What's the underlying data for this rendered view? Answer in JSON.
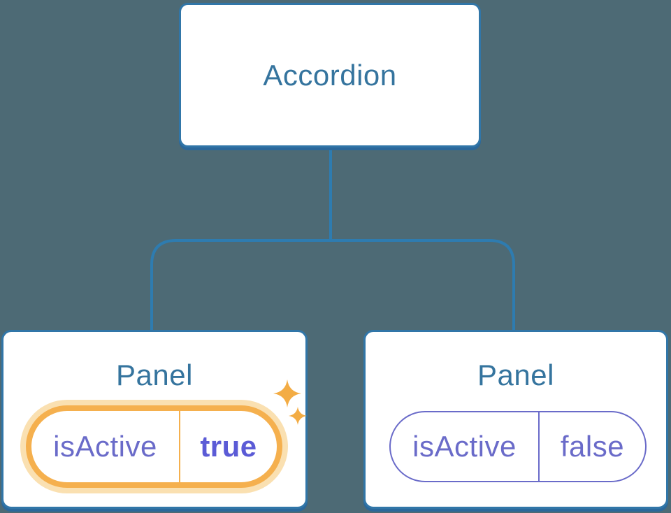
{
  "diagram": {
    "root": {
      "label": "Accordion"
    },
    "panels": [
      {
        "label": "Panel",
        "state_name": "isActive",
        "state_value": "true",
        "highlighted": true
      },
      {
        "label": "Panel",
        "state_name": "isActive",
        "state_value": "false",
        "highlighted": false
      }
    ]
  },
  "colors": {
    "background": "#4D6A75",
    "node_fill": "#FFFFFF",
    "node_border": "#3176A8",
    "node_shadow": "#2B689B",
    "node_label_text": "#35749E",
    "connector_line": "#2E7CB0",
    "state_text": "#6A6BC9",
    "state_value_active_text": "#5B5BD6",
    "highlight_ring": "#F5B04E",
    "highlight_glow": "#FAE0B1",
    "sparkle": "#F3AC44"
  },
  "icons": {
    "sparkles": "sparkles-icon"
  }
}
